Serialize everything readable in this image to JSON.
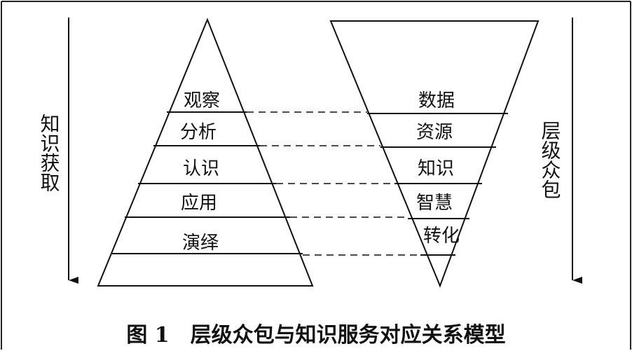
{
  "left_side": {
    "axis_label": "知识获取",
    "levels": [
      "观察",
      "分析",
      "认识",
      "应用",
      "演绎"
    ]
  },
  "right_side": {
    "axis_label": "层级众包",
    "levels": [
      "数据",
      "资源",
      "知识",
      "智慧",
      "转化"
    ]
  },
  "caption": "图 1　层级众包与知识服务对应关系模型",
  "colors": {
    "ink": "#111111",
    "background": "#ffffff"
  }
}
